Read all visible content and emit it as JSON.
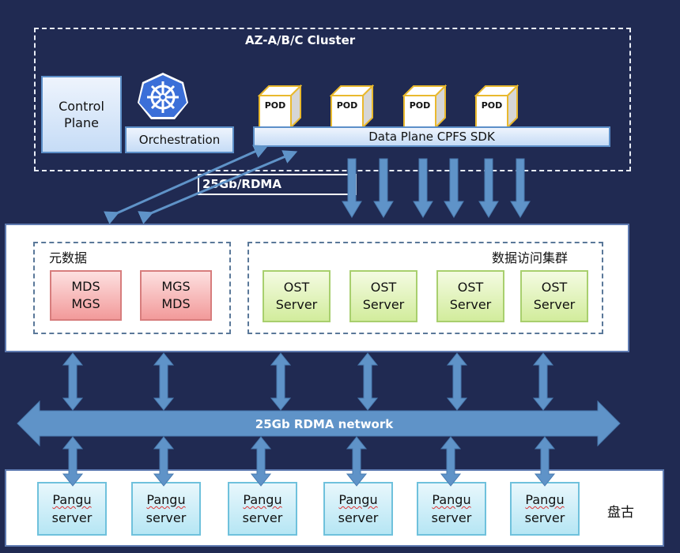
{
  "colors": {
    "background": "#202a52",
    "arrow": "#5f93c8",
    "mgmt_box": "#f29a9a",
    "ost_box": "#d2ec9c",
    "pangu_box": "#b6e6f4",
    "control_box": "#c6dcf6",
    "pod_border": "#f0c040"
  },
  "cluster": {
    "title": "AZ-A/B/C Cluster",
    "control_plane": "Control Plane",
    "orchestration": "Orchestration",
    "k8s_icon": "kubernetes-helm-icon",
    "pods": [
      "POD",
      "POD",
      "POD",
      "POD"
    ],
    "sdk": "Data Plane CPFS SDK"
  },
  "link_label": "25Gb/RDMA",
  "storage": {
    "metadata_group": "元数据",
    "metadata_servers": [
      {
        "line1": "MDS",
        "line2": "MGS"
      },
      {
        "line1": "MGS",
        "line2": "MDS"
      }
    ],
    "data_group": "数据访问集群",
    "ost_servers": [
      {
        "line1": "OST",
        "line2": "Server"
      },
      {
        "line1": "OST",
        "line2": "Server"
      },
      {
        "line1": "OST",
        "line2": "Server"
      },
      {
        "line1": "OST",
        "line2": "Server"
      }
    ]
  },
  "network": {
    "label": "25Gb RDMA network"
  },
  "pangu": {
    "group_label": "盘古",
    "servers": [
      {
        "line1": "Pangu",
        "line2": "server"
      },
      {
        "line1": "Pangu",
        "line2": "server"
      },
      {
        "line1": "Pangu",
        "line2": "server"
      },
      {
        "line1": "Pangu",
        "line2": "server"
      },
      {
        "line1": "Pangu",
        "line2": "server"
      },
      {
        "line1": "Pangu",
        "line2": "server"
      }
    ]
  }
}
